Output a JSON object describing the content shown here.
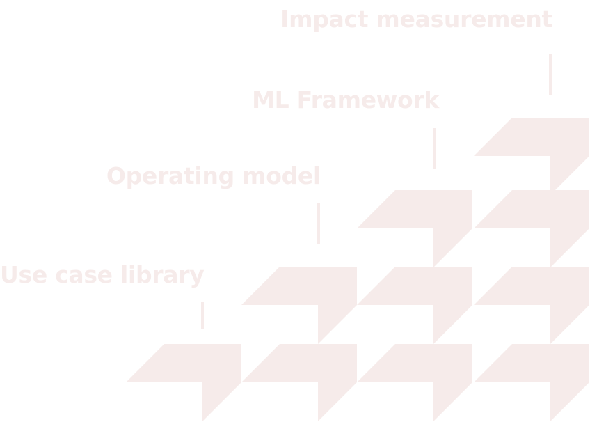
{
  "colors": {
    "accent": "#f6ebea"
  },
  "steps": [
    {
      "label": "Use case library"
    },
    {
      "label": "Operating model"
    },
    {
      "label": "ML Framework"
    },
    {
      "label": "Impact measurement"
    }
  ]
}
